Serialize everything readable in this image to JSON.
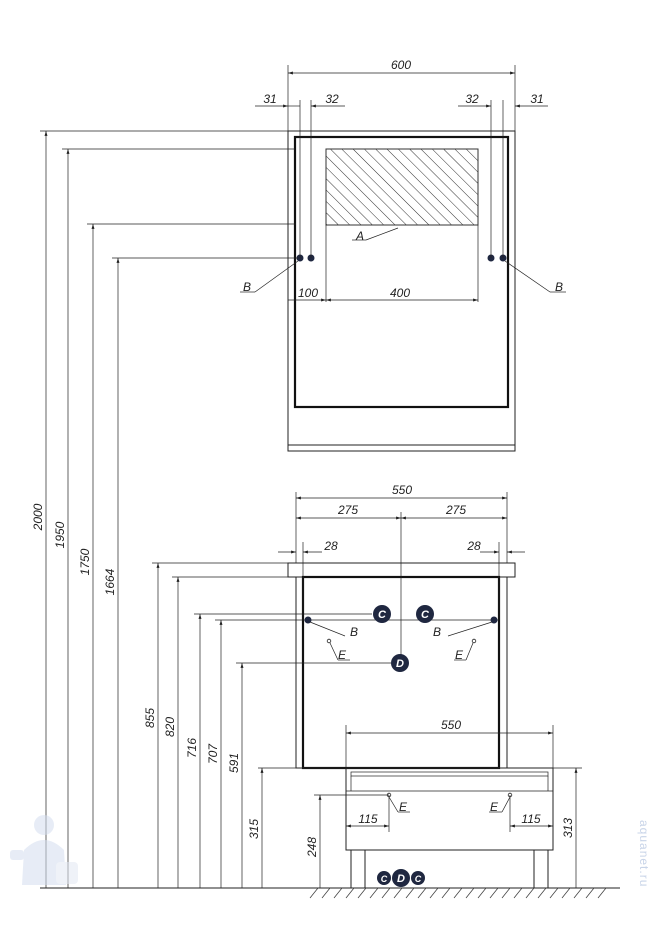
{
  "dims": {
    "top_width": "600",
    "top_left_a": "31",
    "top_left_b": "32",
    "top_right_b": "32",
    "top_right_a": "31",
    "mirror_offset": "100",
    "mirror_span": "400",
    "h2000": "2000",
    "h1950": "1950",
    "h1750": "1750",
    "h1664": "1664",
    "cab_width": "550",
    "cab_half_left": "275",
    "cab_half_right": "275",
    "cab_edge_left": "28",
    "cab_edge_right": "28",
    "h855": "855",
    "h820": "820",
    "h716": "716",
    "h707": "707",
    "h591": "591",
    "h315": "315",
    "h248": "248",
    "base_width": "550",
    "base_left": "115",
    "base_right": "115",
    "h313": "313"
  },
  "labels": {
    "A": "A",
    "B": "B",
    "C": "C",
    "D": "D",
    "E": "E"
  },
  "colors": {
    "line": "#222222",
    "marker": "#1f2740",
    "watermark": "#c8d4e8"
  },
  "watermark": {
    "text": "aquanet.ru",
    "figure": "plumber-mascot"
  }
}
